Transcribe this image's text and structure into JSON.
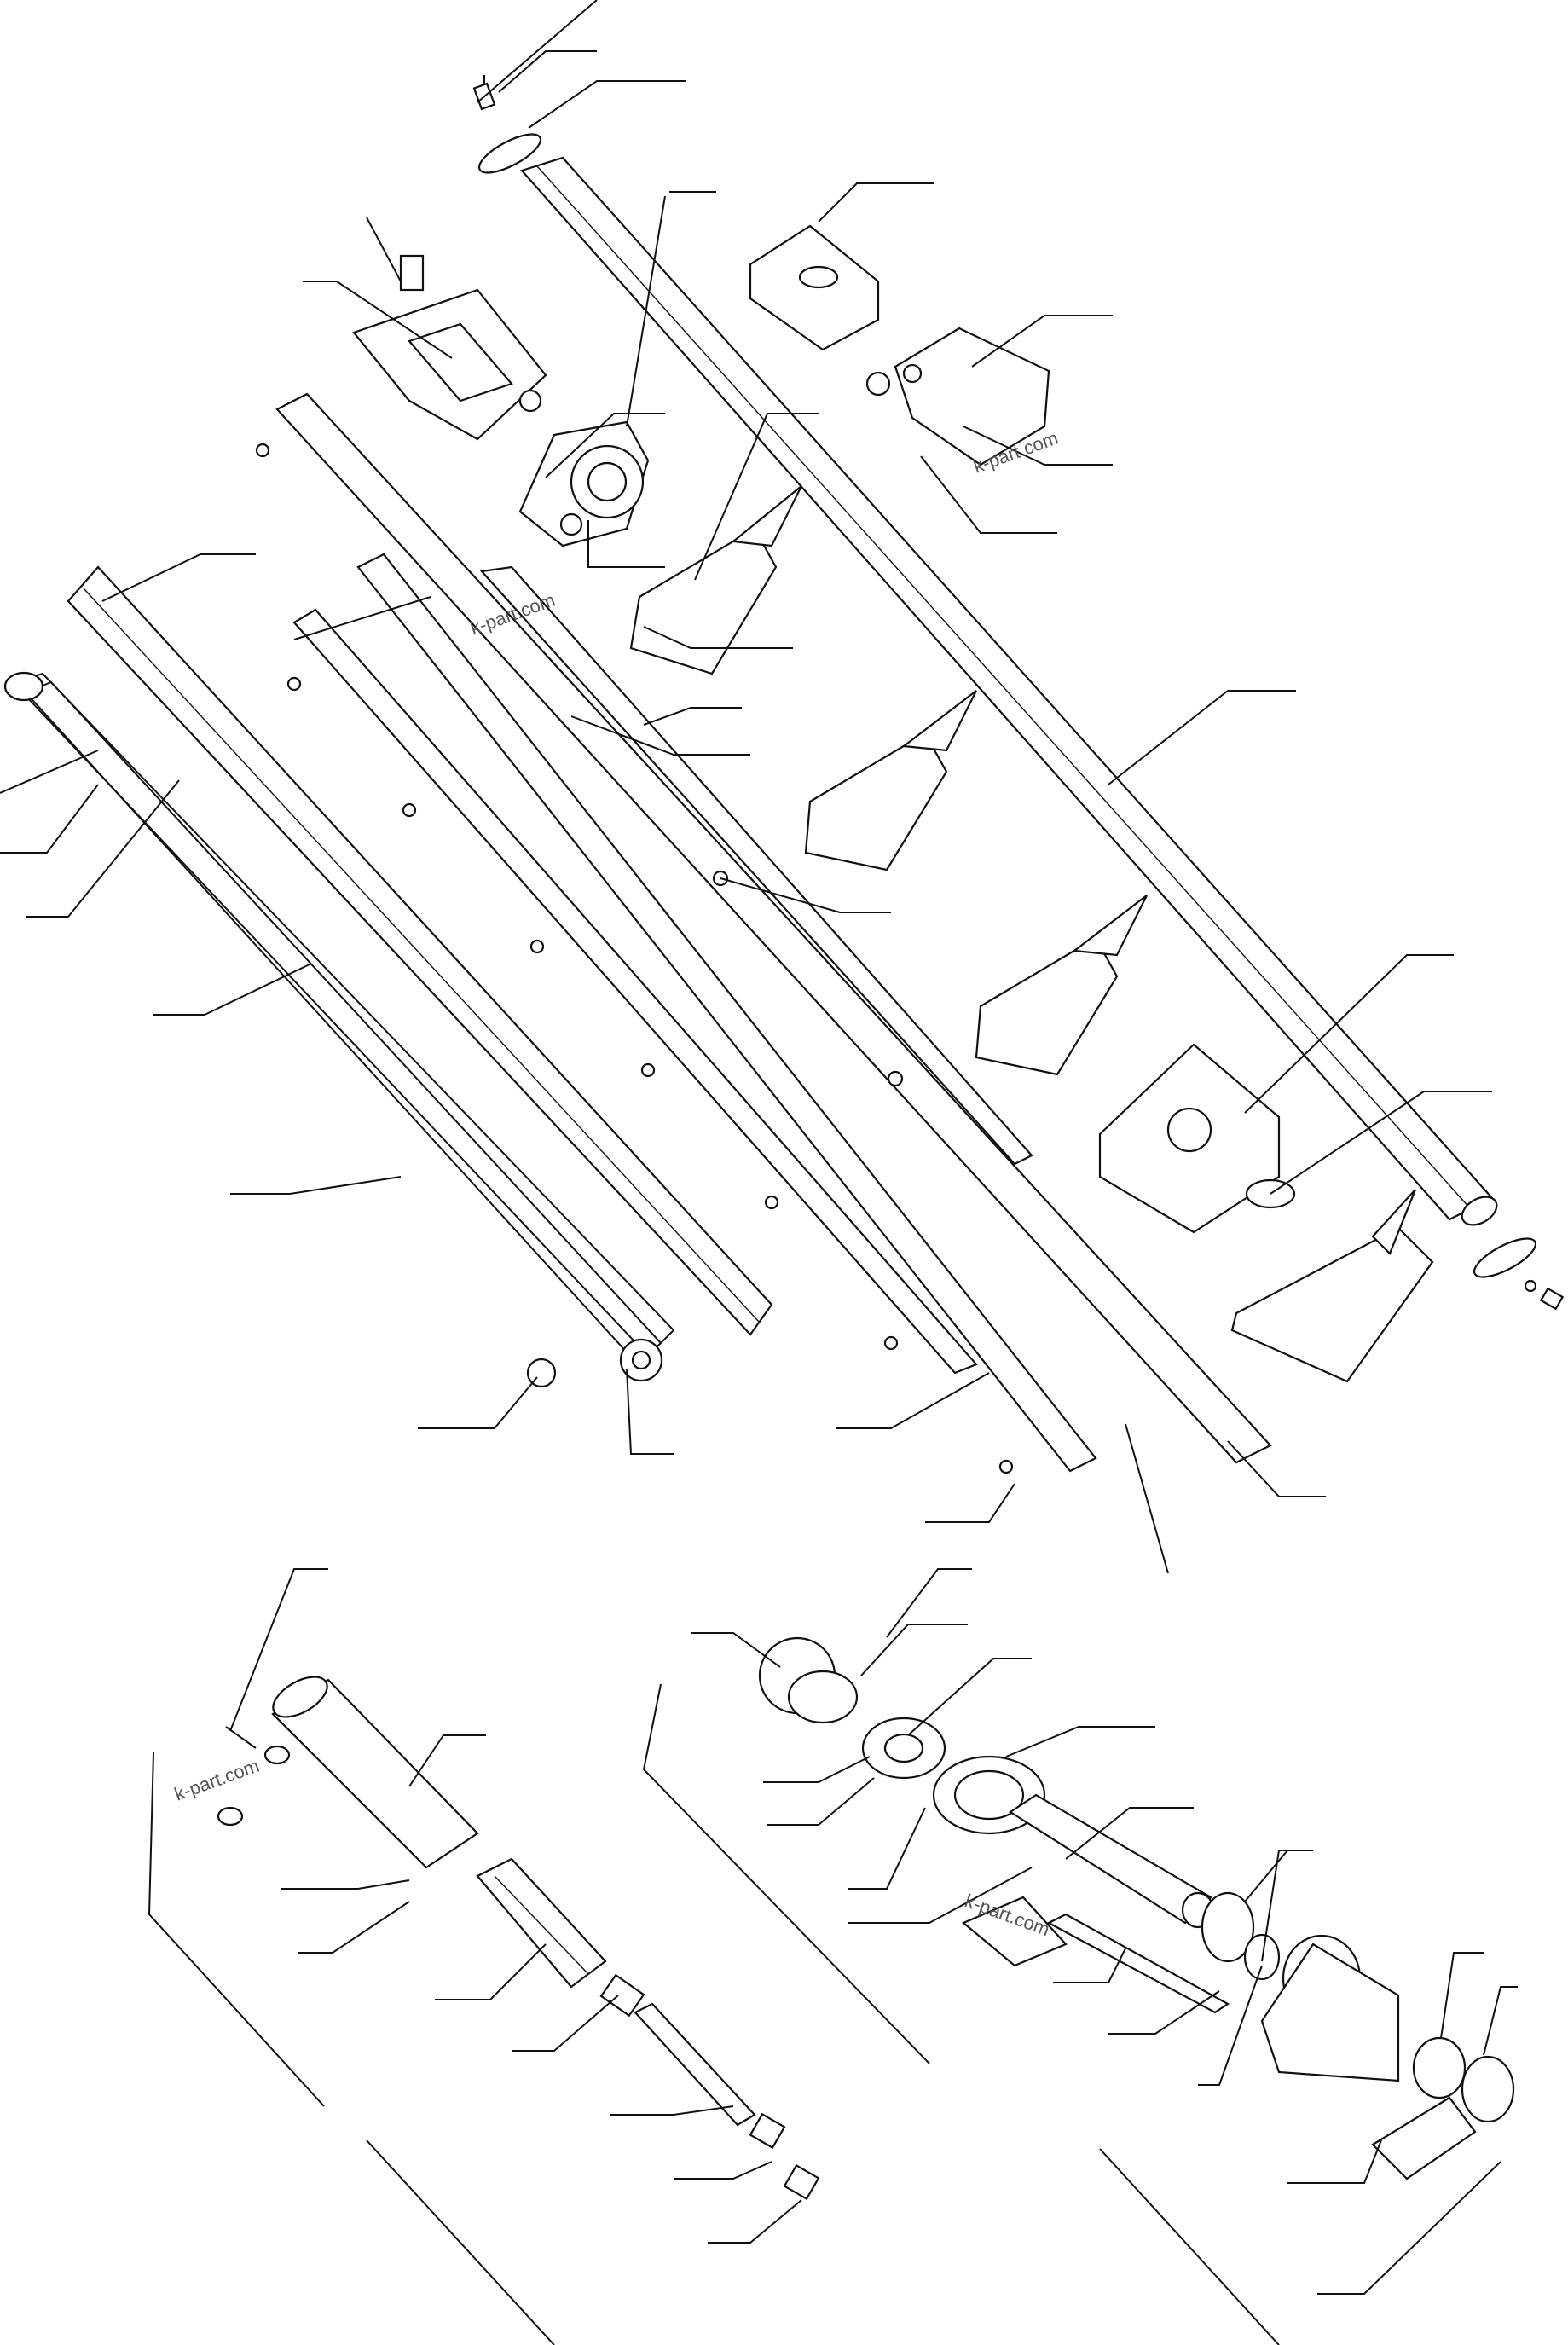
{
  "watermarks": [
    "k-part.com",
    "k-part.com",
    "k-part.com",
    "k-part.com"
  ],
  "colors": {
    "line": "#111111",
    "background": "#ffffff",
    "watermark": "#555555"
  }
}
